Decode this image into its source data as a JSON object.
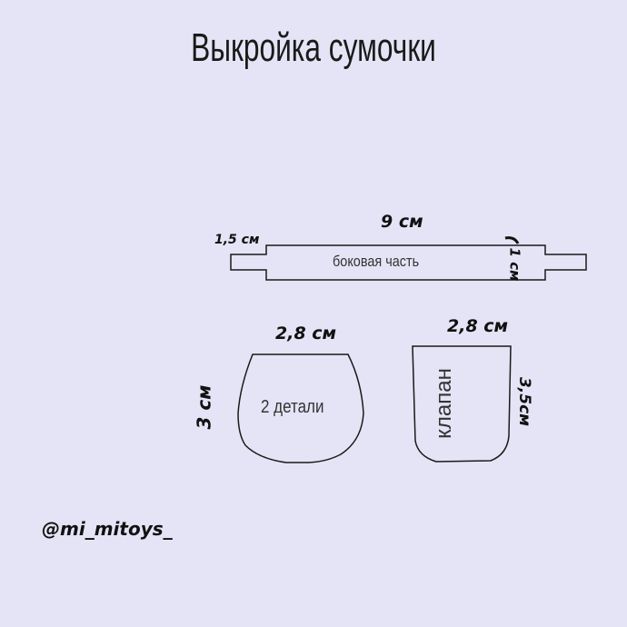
{
  "title": "Выкройка сумочки",
  "side_piece": {
    "label": "боковая часть",
    "length": "9 см",
    "tab_length": "1,5 см",
    "height": "1 см"
  },
  "body_piece": {
    "label": "2 детали",
    "width": "2,8 см",
    "height": "3 см"
  },
  "flap_piece": {
    "label": "клапан",
    "width": "2,8 см",
    "height": "3,5см"
  },
  "credit": "@mi_mitoys_",
  "colors": {
    "background": "#e4e4f6",
    "line": "#1a1a1a"
  }
}
